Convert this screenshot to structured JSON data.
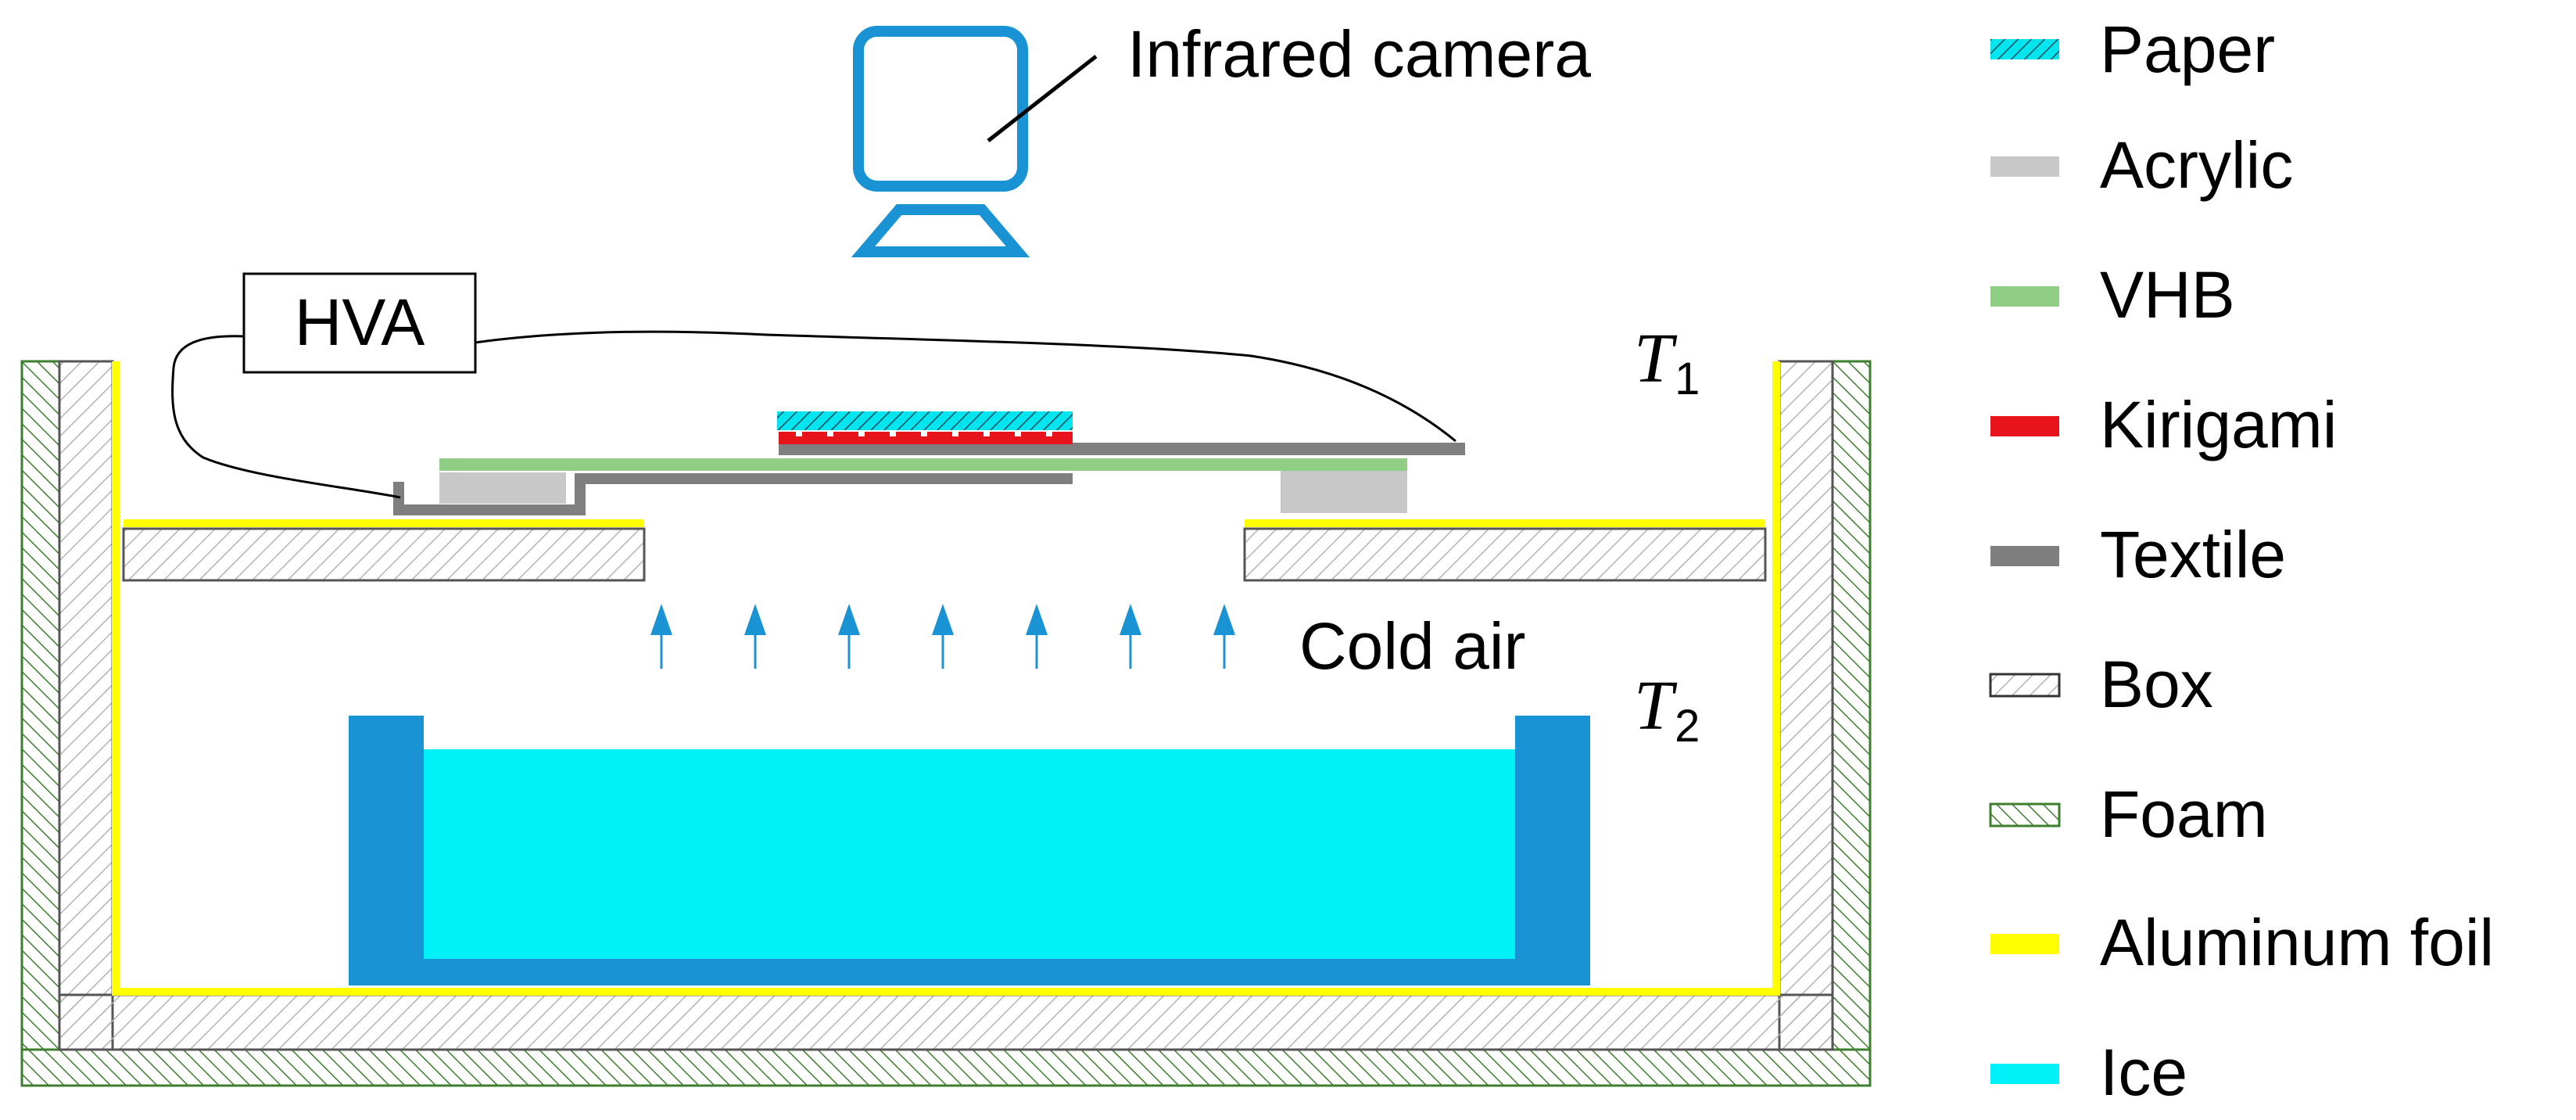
{
  "labels": {
    "camera": "Infrared camera",
    "hva": "HVA",
    "cold_air": "Cold air",
    "t1_symbol": "T",
    "t1_subscript": "1",
    "t2_symbol": "T",
    "t2_subscript": "2"
  },
  "legend": [
    {
      "label": "Paper",
      "icon": "hatched-cyan-swatch",
      "color": "#00e5ee"
    },
    {
      "label": "Acrylic",
      "icon": "solid-swatch",
      "color": "#c8c8c8"
    },
    {
      "label": "VHB",
      "icon": "solid-swatch",
      "color": "#8fce84"
    },
    {
      "label": "Kirigami",
      "icon": "solid-swatch",
      "color": "#e8141c"
    },
    {
      "label": "Textile",
      "icon": "solid-swatch",
      "color": "#7f7f7f"
    },
    {
      "label": "Box",
      "icon": "hatched-outline-swatch",
      "color": "#9a9a9a"
    },
    {
      "label": "Foam",
      "icon": "hatched-green-swatch",
      "color": "#4a8a3a"
    },
    {
      "label": "Aluminum foil",
      "icon": "solid-swatch",
      "color": "#ffff00"
    },
    {
      "label": "Ice",
      "icon": "solid-swatch",
      "color": "#00f2f8"
    }
  ],
  "colors": {
    "camera": "#1a93d4",
    "ice_container": "#1a93d4",
    "ice": "#00f2f8",
    "arrow": "#1a93d4"
  }
}
